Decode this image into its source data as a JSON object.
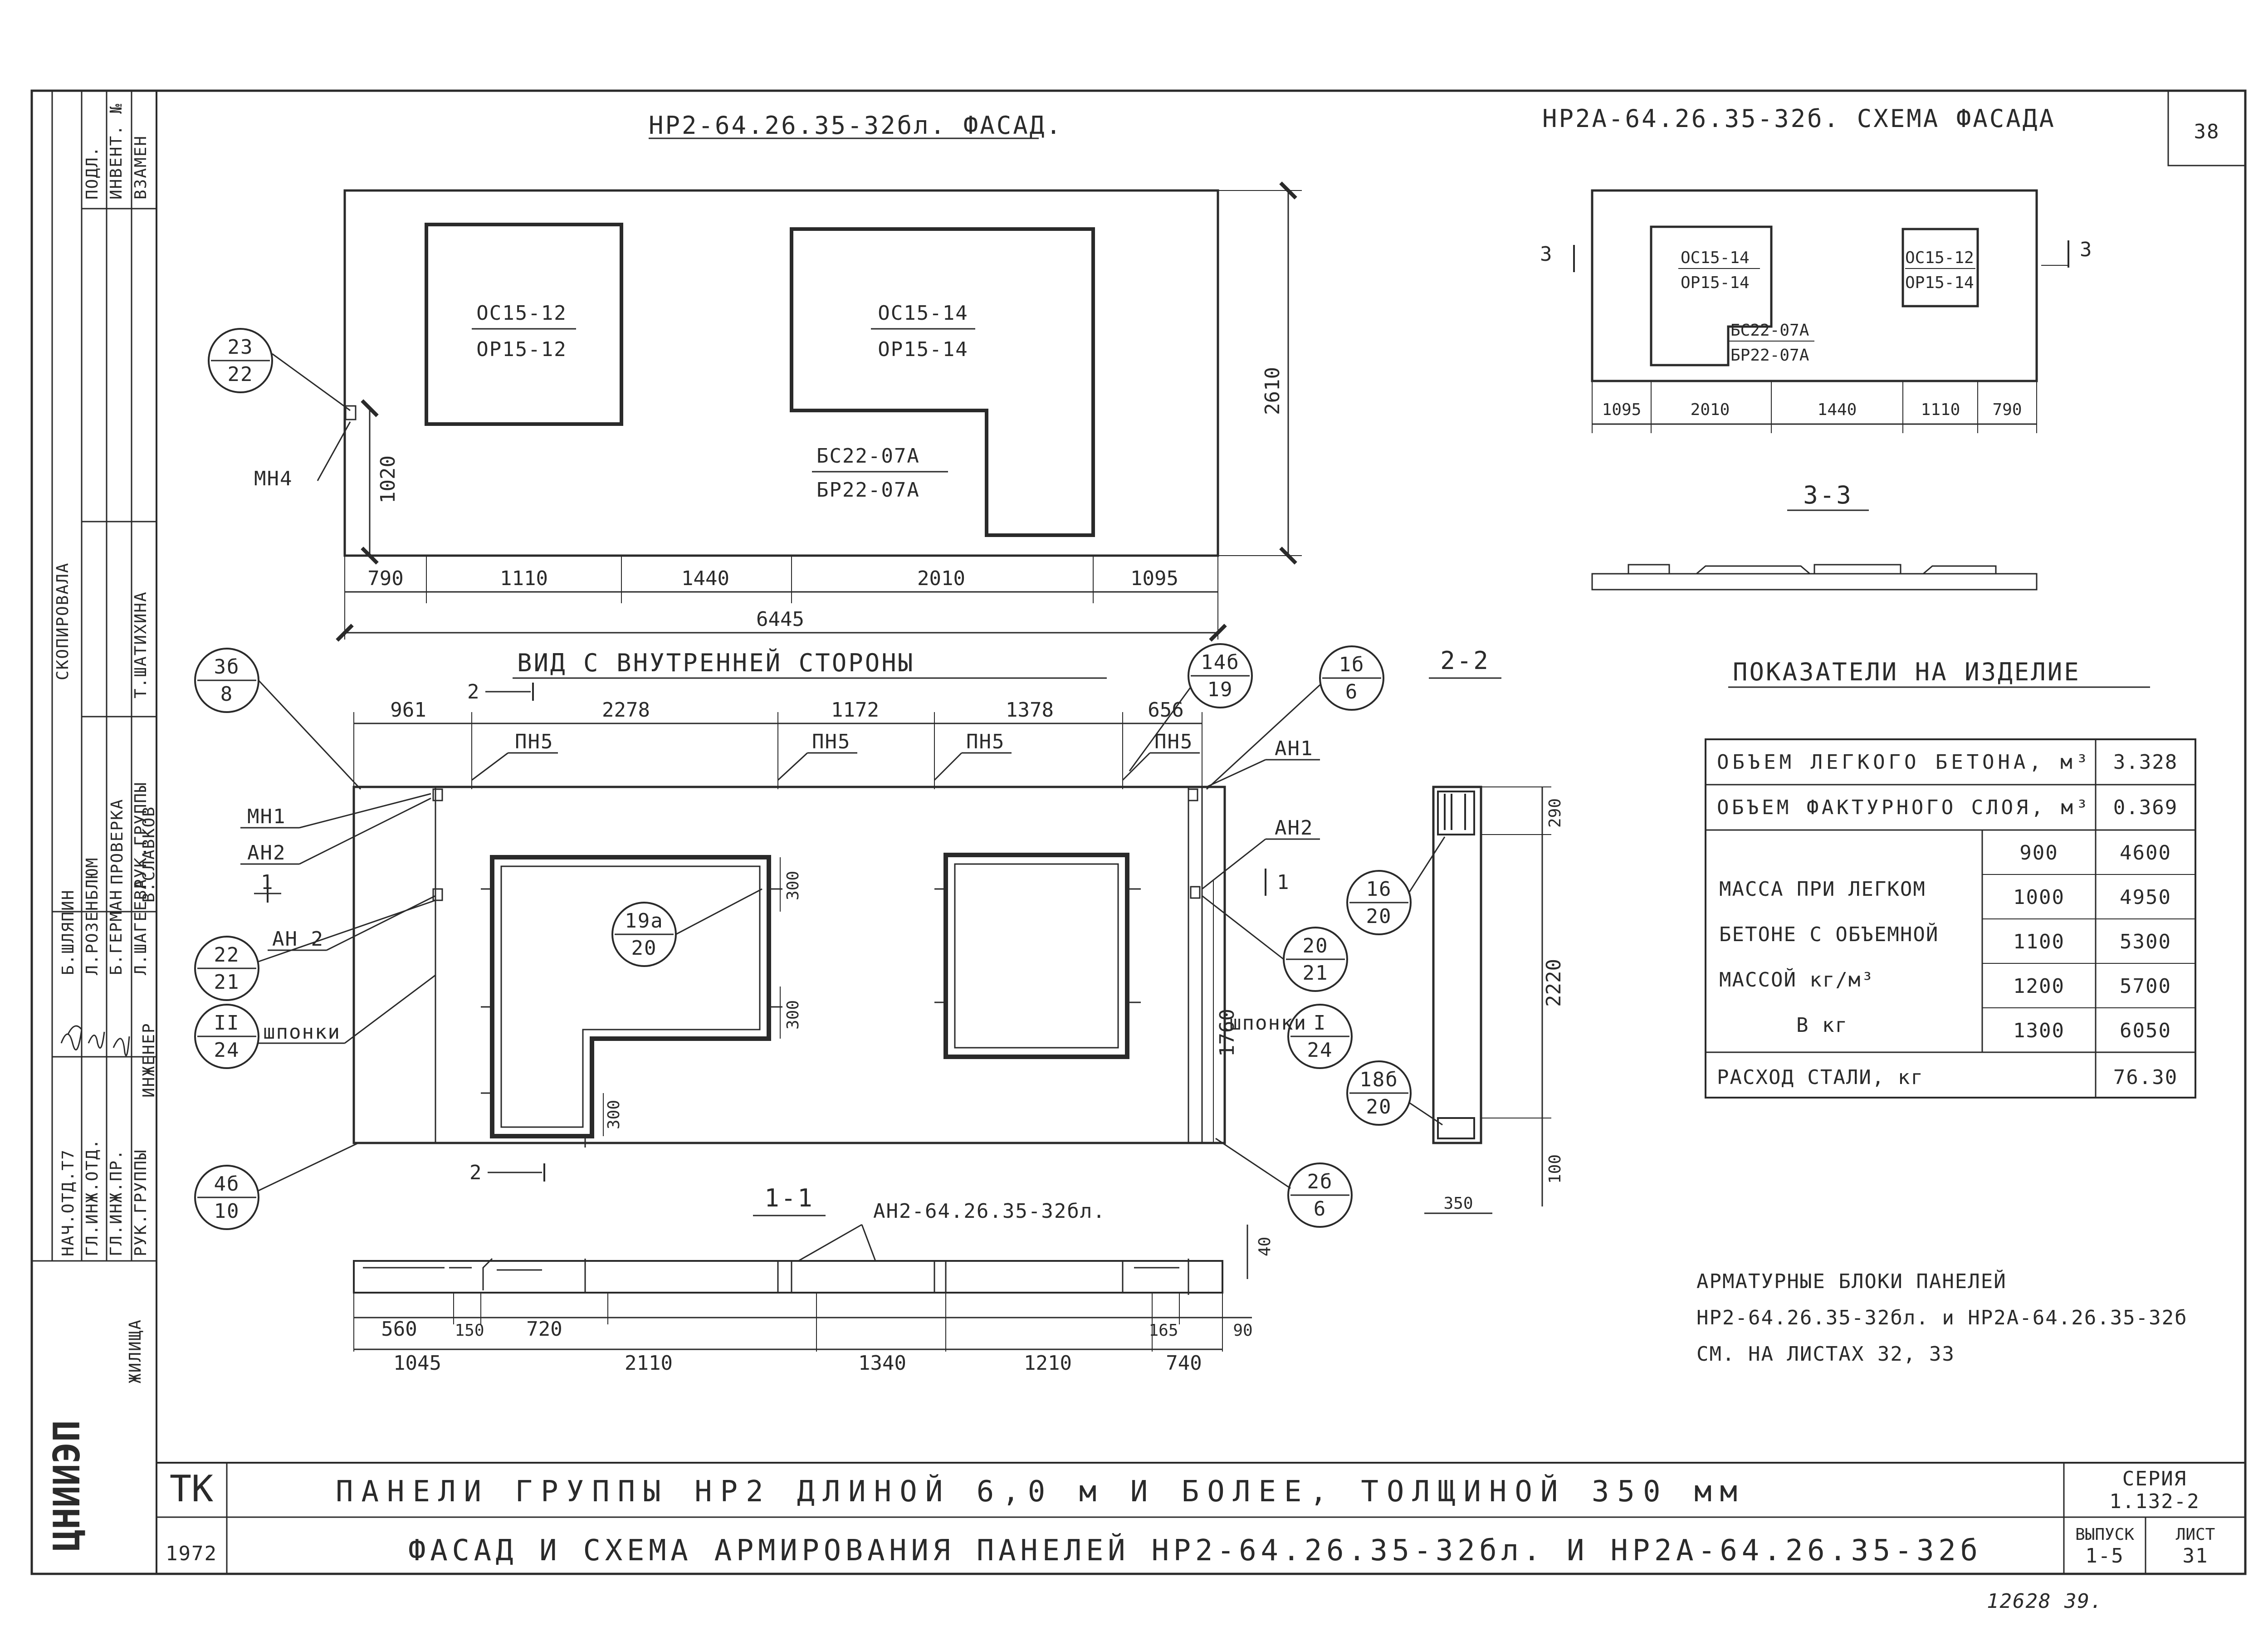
{
  "sheet_corner_number": "38",
  "handwritten_corner_note": "12628 39.",
  "facade": {
    "title": "НР2-64.26.35-32бл. ФАСАД.",
    "window1_top": "ОС15-12",
    "window1_bottom": "ОР15-12",
    "window2_top": "ОС15-14",
    "window2_bottom": "ОР15-14",
    "balcony_top": "БС22-07А",
    "balcony_bottom": "БР22-07А",
    "height_dim": "2610",
    "sub_height_dim": "1020",
    "widths": [
      "790",
      "1110",
      "1440",
      "2010",
      "1095"
    ],
    "total_width": "6445",
    "callout_top": "23",
    "callout_bottom": "22",
    "mh4_label": "МН4"
  },
  "scheme": {
    "title": "НР2А-64.26.35-32б. СХЕМА ФАСАДА",
    "win_a_top": "ОС15-14",
    "win_a_bottom": "ОР15-14",
    "win_b_top": "ОС15-12",
    "win_b_bottom": "ОР15-14",
    "balcony_top": "БС22-07А",
    "balcony_bottom": "БР22-07А",
    "widths": [
      "1095",
      "2010",
      "1440",
      "1110",
      "790"
    ],
    "section_mark": "3",
    "section_title": "3-3"
  },
  "inner_view": {
    "title": "ВИД С ВНУТРЕННЕЙ СТОРОНЫ",
    "top_dims": [
      "961",
      "2278",
      "1172",
      "1378",
      "656"
    ],
    "pn_labels": [
      "ПН5",
      "ПН5",
      "ПН5",
      "ПН5"
    ],
    "section_mark": "2",
    "mark_1": "1",
    "left_labels": [
      "МН1",
      "АН2",
      "АН 2",
      "шпонки"
    ],
    "right_labels": [
      "АН1",
      "АН2",
      "шпонки"
    ],
    "inner_dims": [
      "300",
      "300",
      "300",
      "1760"
    ],
    "callouts": [
      {
        "top": "3б",
        "bottom": "8"
      },
      {
        "top": "14б",
        "bottom": "19"
      },
      {
        "top": "1б",
        "bottom": "6"
      },
      {
        "top": "22",
        "bottom": "21"
      },
      {
        "top": "II",
        "bottom": "24"
      },
      {
        "top": "4б",
        "bottom": "10"
      },
      {
        "top": "19а",
        "bottom": "20"
      },
      {
        "top": "20",
        "bottom": "21"
      },
      {
        "top": "I",
        "bottom": "24"
      },
      {
        "top": "2б",
        "bottom": "6"
      }
    ]
  },
  "section_2_2": {
    "title": "2-2",
    "dims": [
      "290",
      "2220",
      "100",
      "350"
    ],
    "callouts": [
      {
        "top": "16",
        "bottom": "20"
      },
      {
        "top": "18б",
        "bottom": "20"
      }
    ]
  },
  "section_1_1": {
    "title": "1-1",
    "note": "АН2-64.26.35-32бл.",
    "dims_row1": [
      "560",
      "150",
      "720",
      "165",
      "90"
    ],
    "dims_row2": [
      "1045",
      "2110",
      "1340",
      "1210",
      "740"
    ],
    "dim_right": "40"
  },
  "indicators": {
    "title": "ПОКАЗАТЕЛИ НА ИЗДЕЛИЕ",
    "light_concrete_label": "ОБЪЕМ ЛЕГКОГО БЕТОНА, м³",
    "light_concrete_value": "3.328",
    "facing_label": "ОБЪЕМ ФАКТУРНОГО СЛОЯ, м³",
    "facing_value": "0.369",
    "mass_label": [
      "МАССА ПРИ ЛЕГКОМ",
      "БЕТОНЕ С ОБЪЕМНОЙ",
      "МАССОЙ кг/м³",
      "В кг"
    ],
    "mass_rows": [
      {
        "density": "900",
        "mass": "4600"
      },
      {
        "density": "1000",
        "mass": "4950"
      },
      {
        "density": "1100",
        "mass": "5300"
      },
      {
        "density": "1200",
        "mass": "5700"
      },
      {
        "density": "1300",
        "mass": "6050"
      }
    ],
    "steel_label": "РАСХОД СТАЛИ, кг",
    "steel_value": "76.30"
  },
  "note": [
    "АРМАТУРНЫЕ БЛОКИ ПАНЕЛЕЙ",
    "НР2-64.26.35-32бл. и НР2А-64.26.35-32б",
    "СМ. НА ЛИСТАХ 32, 33"
  ],
  "title_block": {
    "org": "ЦНИИЭП",
    "org_sub": "ЖИЛИЩА",
    "tk": "ТК",
    "year": "1972",
    "line1": "ПАНЕЛИ ГРУППЫ НР2 ДЛИНОЙ 6,0 м И БОЛЕЕ, ТОЛЩИНОЙ 350 мм",
    "line2": "ФАСАД И СХЕМА АРМИРОВАНИЯ ПАНЕЛЕЙ НР2-64.26.35-32бл. И НР2А-64.26.35-32б",
    "series_label": "СЕРИЯ",
    "series_value": "1.132-2",
    "issue_label": "ВЫПУСК",
    "issue_value": "1-5",
    "sheet_label": "ЛИСТ",
    "sheet_value": "31"
  },
  "side_stamp": {
    "roles": [
      "НАЧ.ОТД.Т7",
      "ГЛ.ИНЖ.ОТД.",
      "ГЛ.ИНЖ.ПР.",
      "РУК.ГРУППЫ",
      "ИНЖЕНЕР"
    ],
    "names": [
      "Б.ШЛЯПИН",
      "Л.РОЗЕНБЛЮМ",
      "Б.ГЕРМАН",
      "Л.ШАГЕЕВА",
      "В.СЛАВКОВ"
    ],
    "check_label": "ПРОВЕРКА",
    "check_role": "РУК.ГРУППЫ",
    "check_name": "Т.ШАТИХИНА",
    "inv_label": "ИНВЕНТ. №",
    "orig_label": "ПОДЛ.",
    "replace_label": "ВЗАМЕН",
    "copy_label": "СКОПИРОВАЛА"
  }
}
